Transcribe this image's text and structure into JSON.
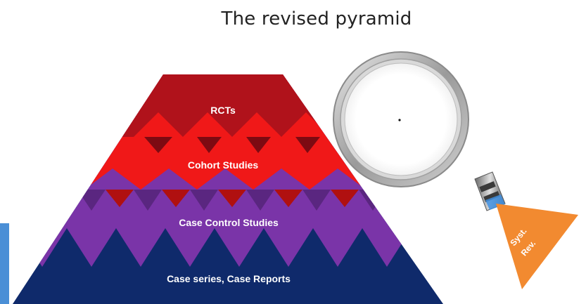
{
  "title": "The revised pyramid",
  "pyramid": {
    "levels": [
      {
        "label": "RCTs",
        "color": "#b0121b"
      },
      {
        "label": "Cohort Studies",
        "color": "#f01818"
      },
      {
        "label": "Case Control Studies",
        "color": "#7a34a8"
      },
      {
        "label": "Case series, Case Reports",
        "color": "#0f2a6b"
      }
    ]
  },
  "magnifier": {
    "icon": "magnifying-glass-icon"
  },
  "handle": {
    "label_line1": "Syst.",
    "label_line2": "Rev.",
    "color": "#f28a30"
  },
  "accent": {
    "side_tab_color": "#4a8fd6"
  }
}
